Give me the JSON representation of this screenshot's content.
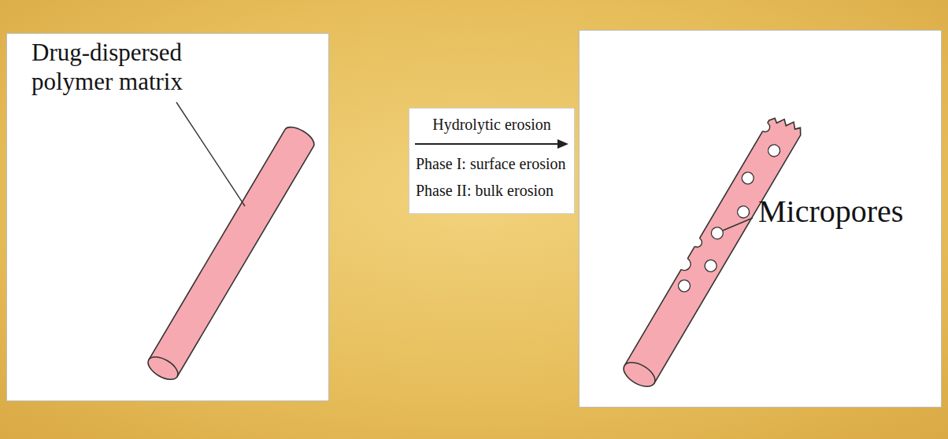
{
  "diagram": {
    "nodes": [
      {
        "text": [
          "Drug-dispersed polymer matrix"
        ]
      },
      {
        "text": [
          "Hydrolytic erosion",
          "Phase I: surface erosion",
          "Phase II: bulk erosion"
        ]
      },
      {
        "text": [
          "Micropores"
        ]
      }
    ]
  }
}
